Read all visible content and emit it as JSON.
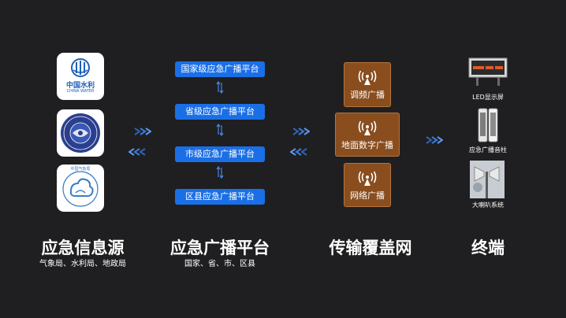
{
  "sources": {
    "logos": [
      {
        "icon": "ministry-water-resources-logo",
        "name_cn": "中国水利",
        "name_en": "CHINA WATER"
      },
      {
        "icon": "natural-resources-seal-logo"
      },
      {
        "icon": "meteorological-administration-logo",
        "name_cn": "中国气象局"
      }
    ],
    "title": "应急信息源",
    "subtitle": "气象局、水利局、地政局"
  },
  "platforms": {
    "levels": [
      "国家级应急广播平台",
      "省级应急广播平台",
      "市级应急广播平台",
      "区县应急广播平台"
    ],
    "title": "应急广播平台",
    "subtitle": "国家、省、市、区县"
  },
  "transmission": {
    "items": [
      {
        "label": "调频广播",
        "icon": "broadcast-tower-icon"
      },
      {
        "label": "地面数字广播",
        "icon": "broadcast-tower-icon"
      },
      {
        "label": "网络广播",
        "icon": "broadcast-tower-icon"
      }
    ],
    "title": "传输覆盖网"
  },
  "terminals": {
    "items": [
      {
        "label": "LED显示屏",
        "icon": "led-billboard-icon"
      },
      {
        "label": "应急广播音柱",
        "icon": "speaker-column-icon"
      },
      {
        "label": "大喇叭系统",
        "icon": "loudspeaker-horn-icon"
      }
    ],
    "title": "终端"
  },
  "colors": {
    "background": "#1f1f21",
    "platform_blue": "#1b6fe6",
    "transmission_brown": "#8a4d1d",
    "arrow_blue": "#3d7bd8"
  }
}
